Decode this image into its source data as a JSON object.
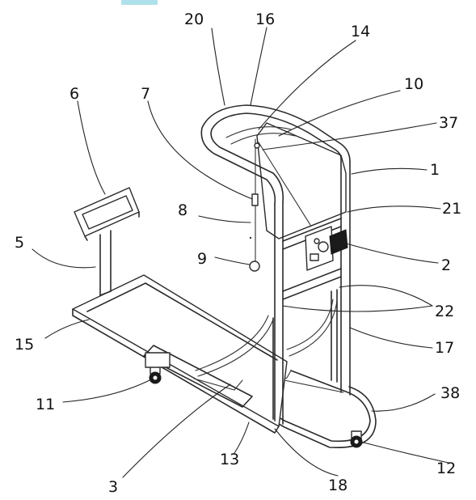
{
  "figure": {
    "labels": [
      "20",
      "16",
      "14",
      "10",
      "37",
      "1",
      "21",
      "2",
      "22",
      "17",
      "38",
      "12",
      "18",
      "13",
      "3",
      "11",
      "15",
      "5",
      "6",
      "7",
      "8",
      "9"
    ]
  },
  "colors": {
    "line": "#2a2a2a",
    "background": "#ffffff",
    "accent_smudge": "#5fc3d6"
  }
}
